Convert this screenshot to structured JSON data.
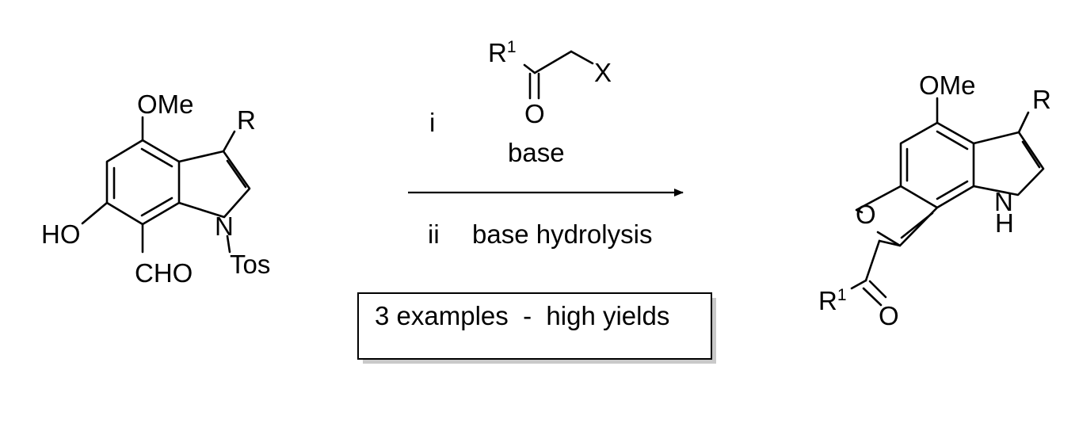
{
  "reactant": {
    "substituent_top": "OMe",
    "substituent_r": "R",
    "hydroxyl": "HO",
    "aldehyde": "CHO",
    "nitrogen": "N",
    "protecting_group": "Tos"
  },
  "reagent": {
    "r_group": "R",
    "r_superscript": "1",
    "leaving_group": "X",
    "carbonyl_oxygen": "O"
  },
  "conditions": {
    "step1_label": "i",
    "step1_text": "base",
    "step2_label": "ii",
    "step2_text": "base hydrolysis",
    "summary": "3 examples  -  high yields"
  },
  "product": {
    "substituent_top": "OMe",
    "substituent_r": "R",
    "furan_oxygen": "O",
    "nh_n": "N",
    "nh_h": "H",
    "acyl_r": "R",
    "acyl_r_superscript": "1",
    "acyl_oxygen": "O"
  }
}
